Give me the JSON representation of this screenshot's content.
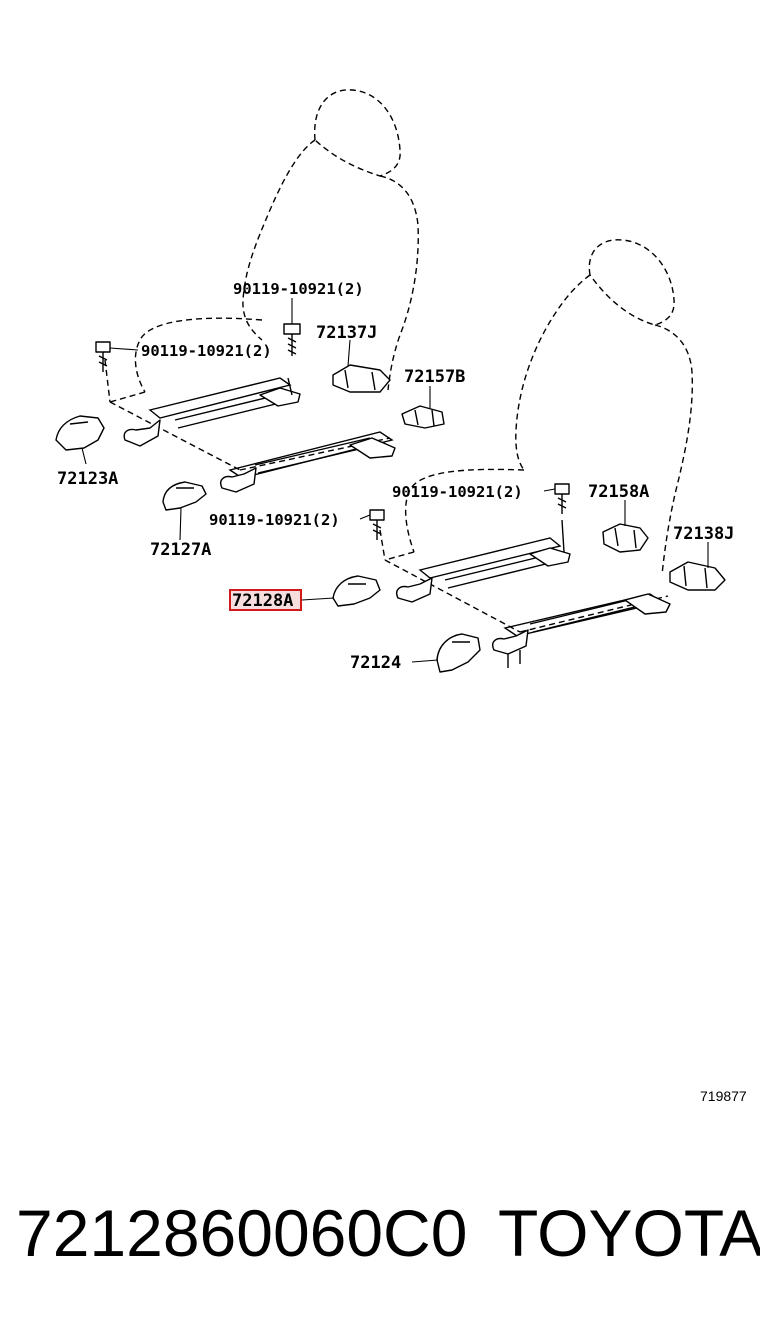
{
  "callouts": {
    "bolt_top": "90119-10921(2)",
    "bolt_left": "90119-10921(2)",
    "bolt_right": "90119-10921(2)",
    "bolt_mid": "90119-10921(2)",
    "p72137J": "72137J",
    "p72157B": "72157B",
    "p72123A": "72123A",
    "p72127A": "72127A",
    "p72158A": "72158A",
    "p72138J": "72138J",
    "p72128A": "72128A",
    "p72124": "72124"
  },
  "highlight_color": "#d01a1a",
  "illustration_number": "719877",
  "footer": {
    "part_number": "7212860060C0",
    "brand": "TOYOTA"
  }
}
